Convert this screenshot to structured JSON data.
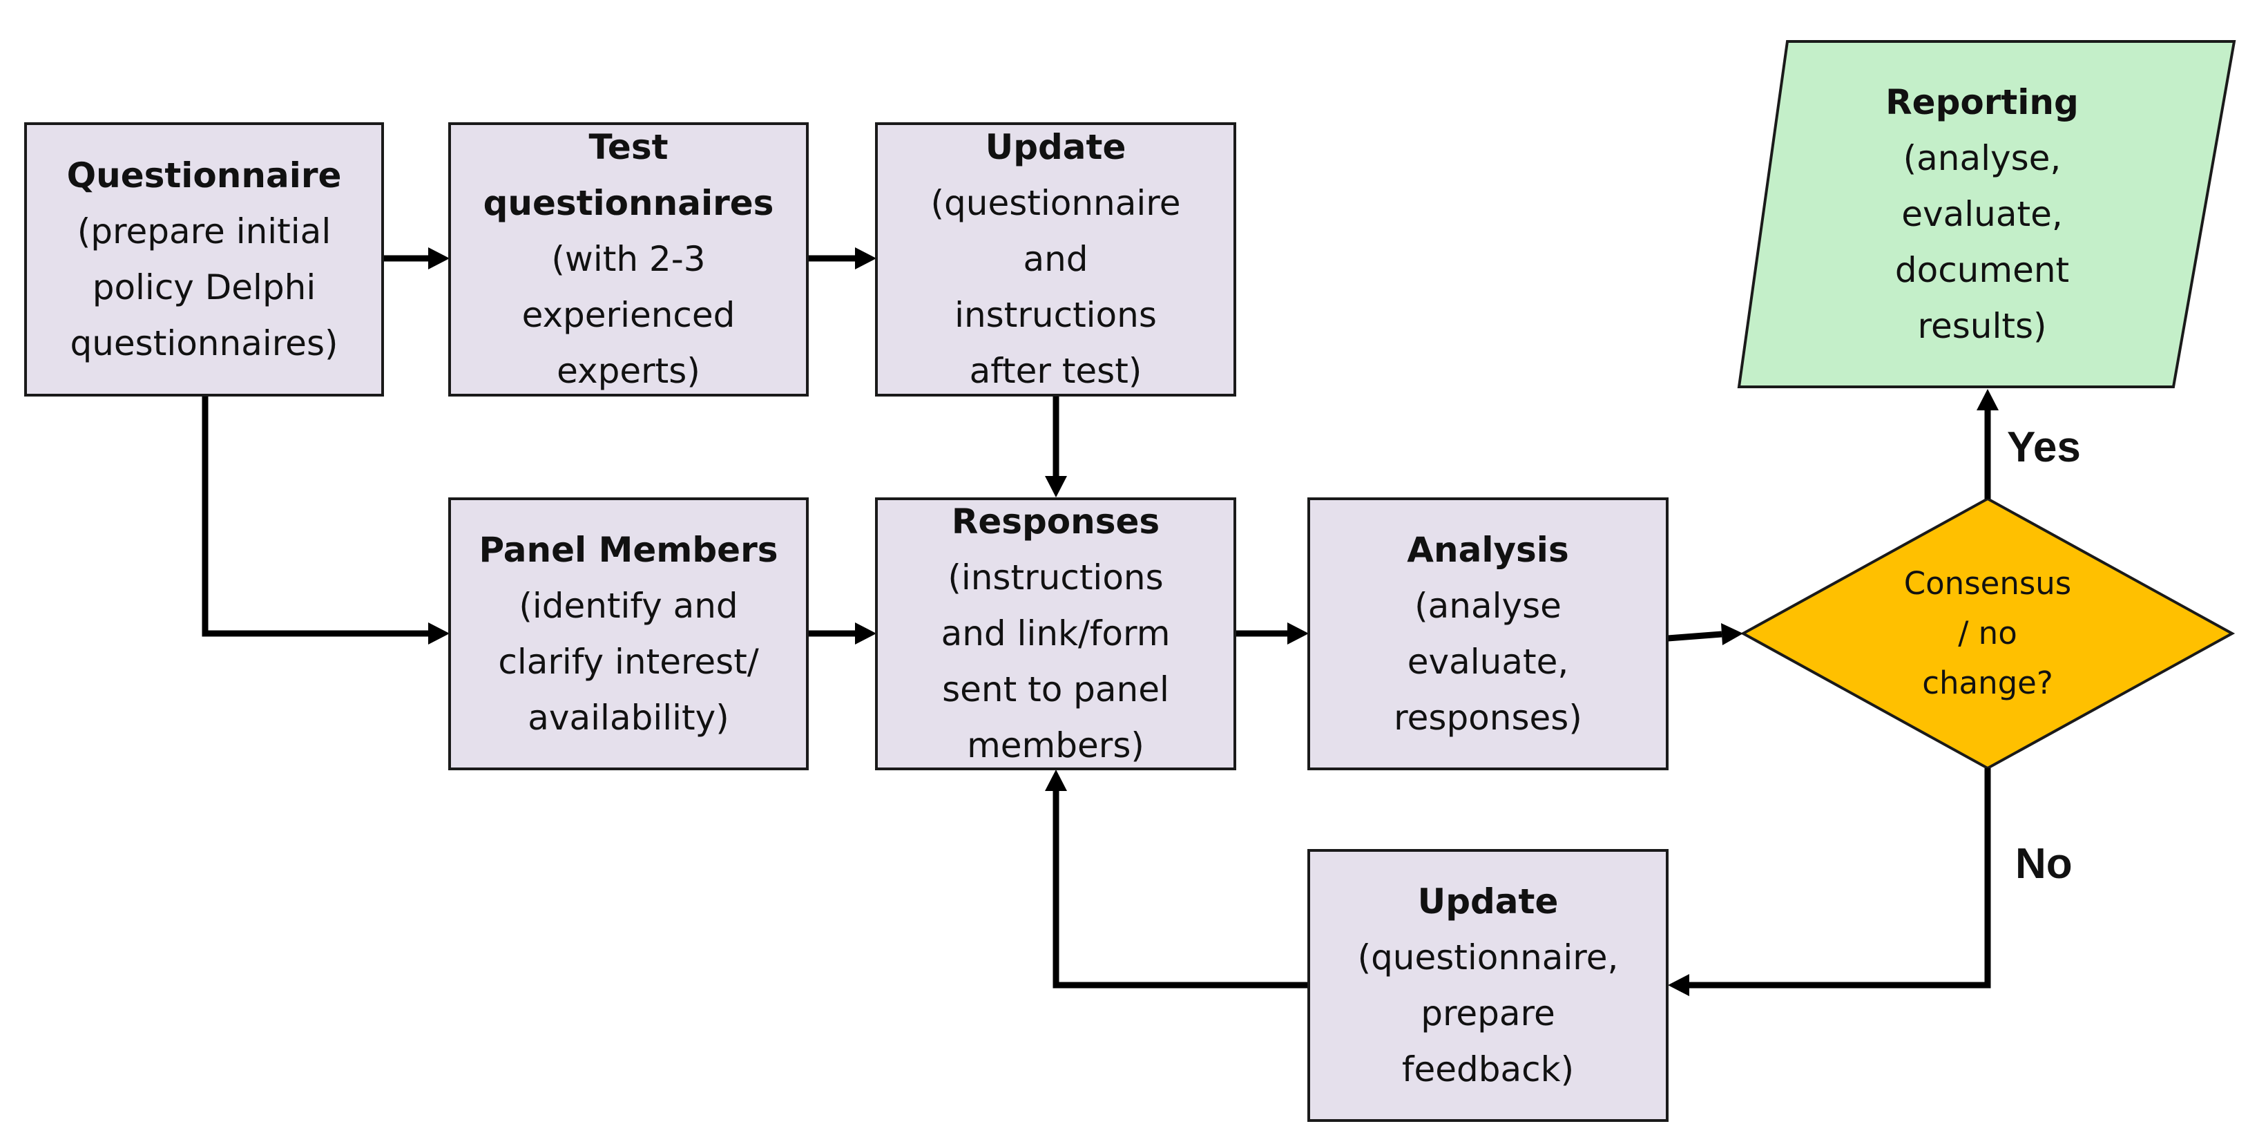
{
  "colors": {
    "process_fill": "#e5e0ec",
    "reporting_fill": "#c4efc9",
    "decision_fill": "#ffc000",
    "stroke": "#1a1a1a"
  },
  "nodes": {
    "questionnaire": {
      "title": "Questionnaire",
      "desc": "(prepare initial\npolicy Delphi\nquestionnaires)"
    },
    "test": {
      "title": "Test\nquestionnaires",
      "desc": "(with 2-3\nexperienced\nexperts)"
    },
    "update_test": {
      "title": "Update",
      "desc": "(questionnaire\nand\ninstructions\nafter test)"
    },
    "panel": {
      "title": "Panel Members",
      "desc": "(identify and\nclarify interest/\navailability)"
    },
    "responses": {
      "title": "Responses",
      "desc": "(instructions\nand link/form\nsent to panel\nmembers)"
    },
    "analysis": {
      "title": "Analysis",
      "desc": "(analyse\nevaluate,\nresponses)"
    },
    "update_feedback": {
      "title": "Update",
      "desc": "(questionnaire,\nprepare\nfeedback)"
    },
    "reporting": {
      "title": "Reporting",
      "desc": "(analyse,\nevaluate,\ndocument\nresults)"
    },
    "decision": {
      "text": "Consensus\n/ no\nchange?"
    }
  },
  "branches": {
    "yes": "Yes",
    "no": "No"
  }
}
